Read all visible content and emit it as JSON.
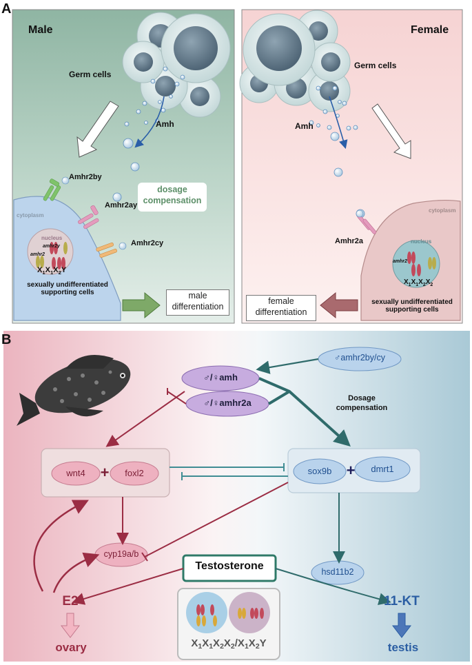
{
  "panel_a": {
    "letter": "A",
    "male": {
      "title": "Male",
      "germ_cells": "Germ cells",
      "amh": "Amh",
      "amhr2by": "Amhr2by",
      "amhr2ay": "Amhr2ay",
      "amhr2cy": "Amhr2cy",
      "cytoplasm": "cytoplasm",
      "nucleus": "nucleus",
      "gene_amhr2y": "amhr2y",
      "gene_amhr2": "amhr2",
      "karyotype": "X1X1X2Y",
      "supporting_cells": "sexually undifferentiated supporting cells",
      "dosage": "dosage compensation",
      "differentiation": "male differentiation"
    },
    "female": {
      "title": "Female",
      "germ_cells": "Germ cells",
      "amh": "Amh",
      "amhr2a": "Amhr2a",
      "cytoplasm": "cytoplasm",
      "nucleus": "nucleus",
      "gene_amhr2": "amhr2",
      "karyotype": "X1X1X2X2",
      "supporting_cells": "sexually undifferentiated supporting cells",
      "differentiation": "female differentiation"
    }
  },
  "panel_b": {
    "letter": "B",
    "amh": "♂/♀amh",
    "amhr2a": "♂/♀amhr2a",
    "amhr2bycy": "♂amhr2by/cy",
    "dosage": "Dosage compensation",
    "wnt4": "wnt4",
    "plus": "+",
    "foxl2": "foxl2",
    "sox9b": "sox9b",
    "dmrt1": "dmrt1",
    "cyp19": "cyp19a/b",
    "testosterone": "Testosterone",
    "hsd11b2": "hsd11b2",
    "e2": "E2",
    "kt": "11-KT",
    "ovary": "ovary",
    "testis": "testis",
    "karyotype": "X1X1X2X2/X1X2Y"
  },
  "colors": {
    "female_red": "#9b2d44",
    "male_teal": "#2f6b6b",
    "male_blue": "#2b5ea3",
    "purple": "#b79ad6"
  }
}
